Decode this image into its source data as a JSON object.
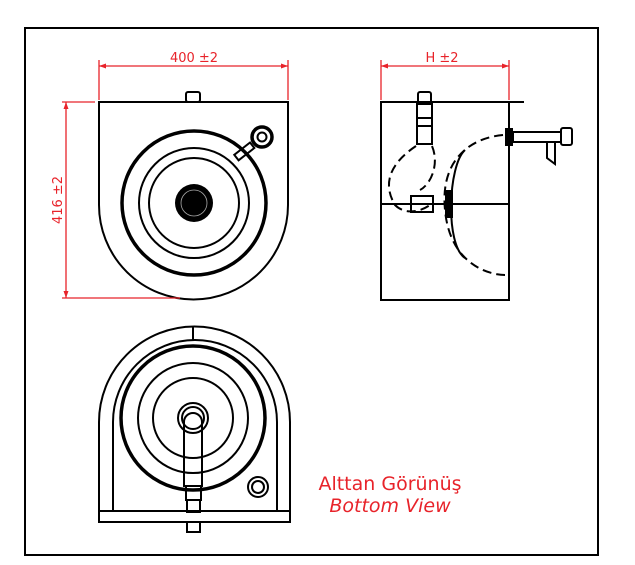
{
  "dimensions": {
    "width": "400 ±2",
    "height": "416 ±2",
    "depth": "H ±2"
  },
  "bottom_view": {
    "title_tr": "Alttan Görünüş",
    "title_en": "Bottom View"
  },
  "colors": {
    "dimension": "#e8232a",
    "line": "#000000"
  }
}
